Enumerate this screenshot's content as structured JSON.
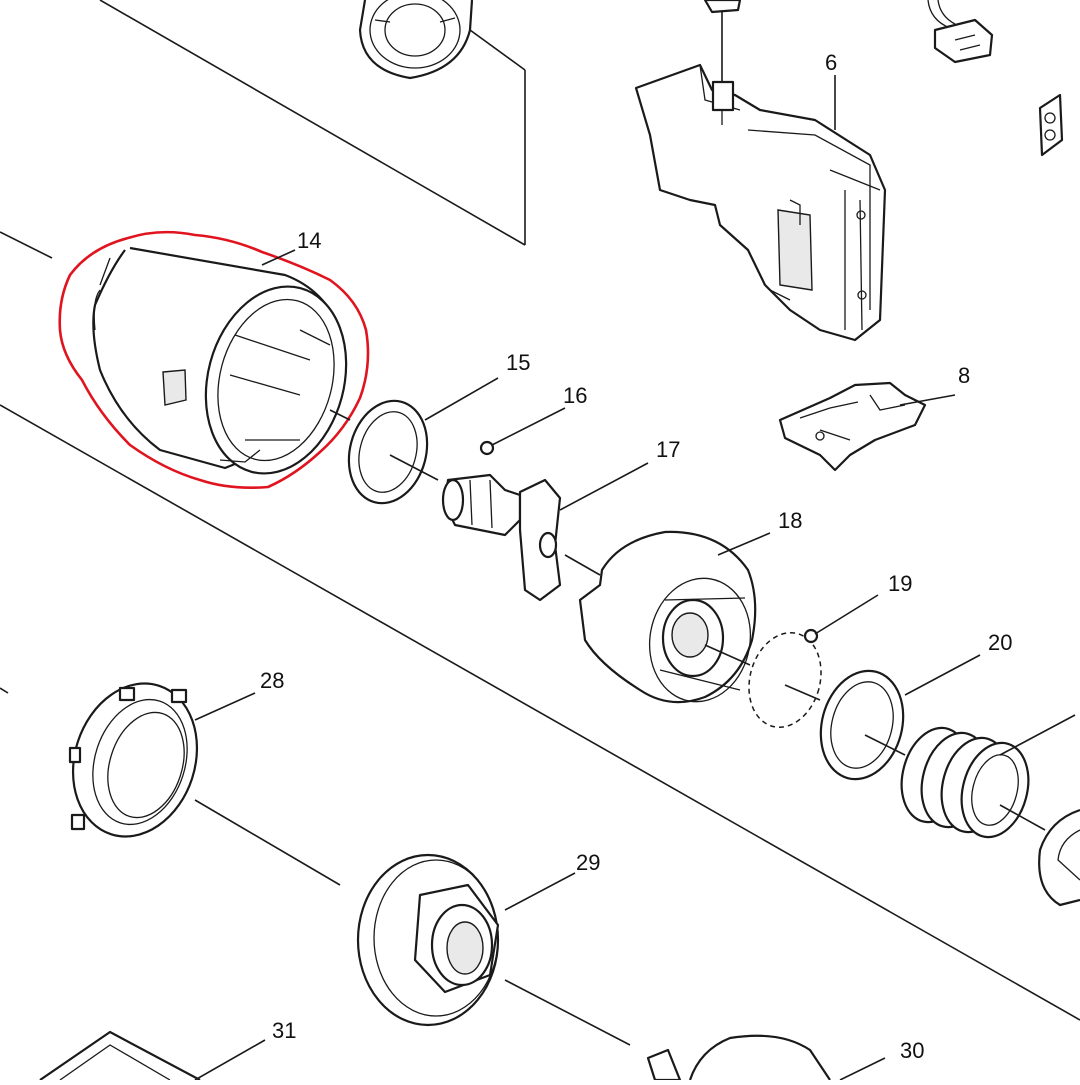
{
  "diagram": {
    "callouts": [
      {
        "id": "6",
        "label": "6"
      },
      {
        "id": "8",
        "label": "8"
      },
      {
        "id": "14",
        "label": "14"
      },
      {
        "id": "15",
        "label": "15"
      },
      {
        "id": "16",
        "label": "16"
      },
      {
        "id": "17",
        "label": "17"
      },
      {
        "id": "18",
        "label": "18"
      },
      {
        "id": "19",
        "label": "19"
      },
      {
        "id": "20",
        "label": "20"
      },
      {
        "id": "28",
        "label": "28"
      },
      {
        "id": "29",
        "label": "29"
      },
      {
        "id": "30",
        "label": "30"
      },
      {
        "id": "31",
        "label": "31"
      }
    ],
    "highlighted_part": "14",
    "highlight_color": "#e0141e",
    "line_color": "#1a1a1a"
  }
}
